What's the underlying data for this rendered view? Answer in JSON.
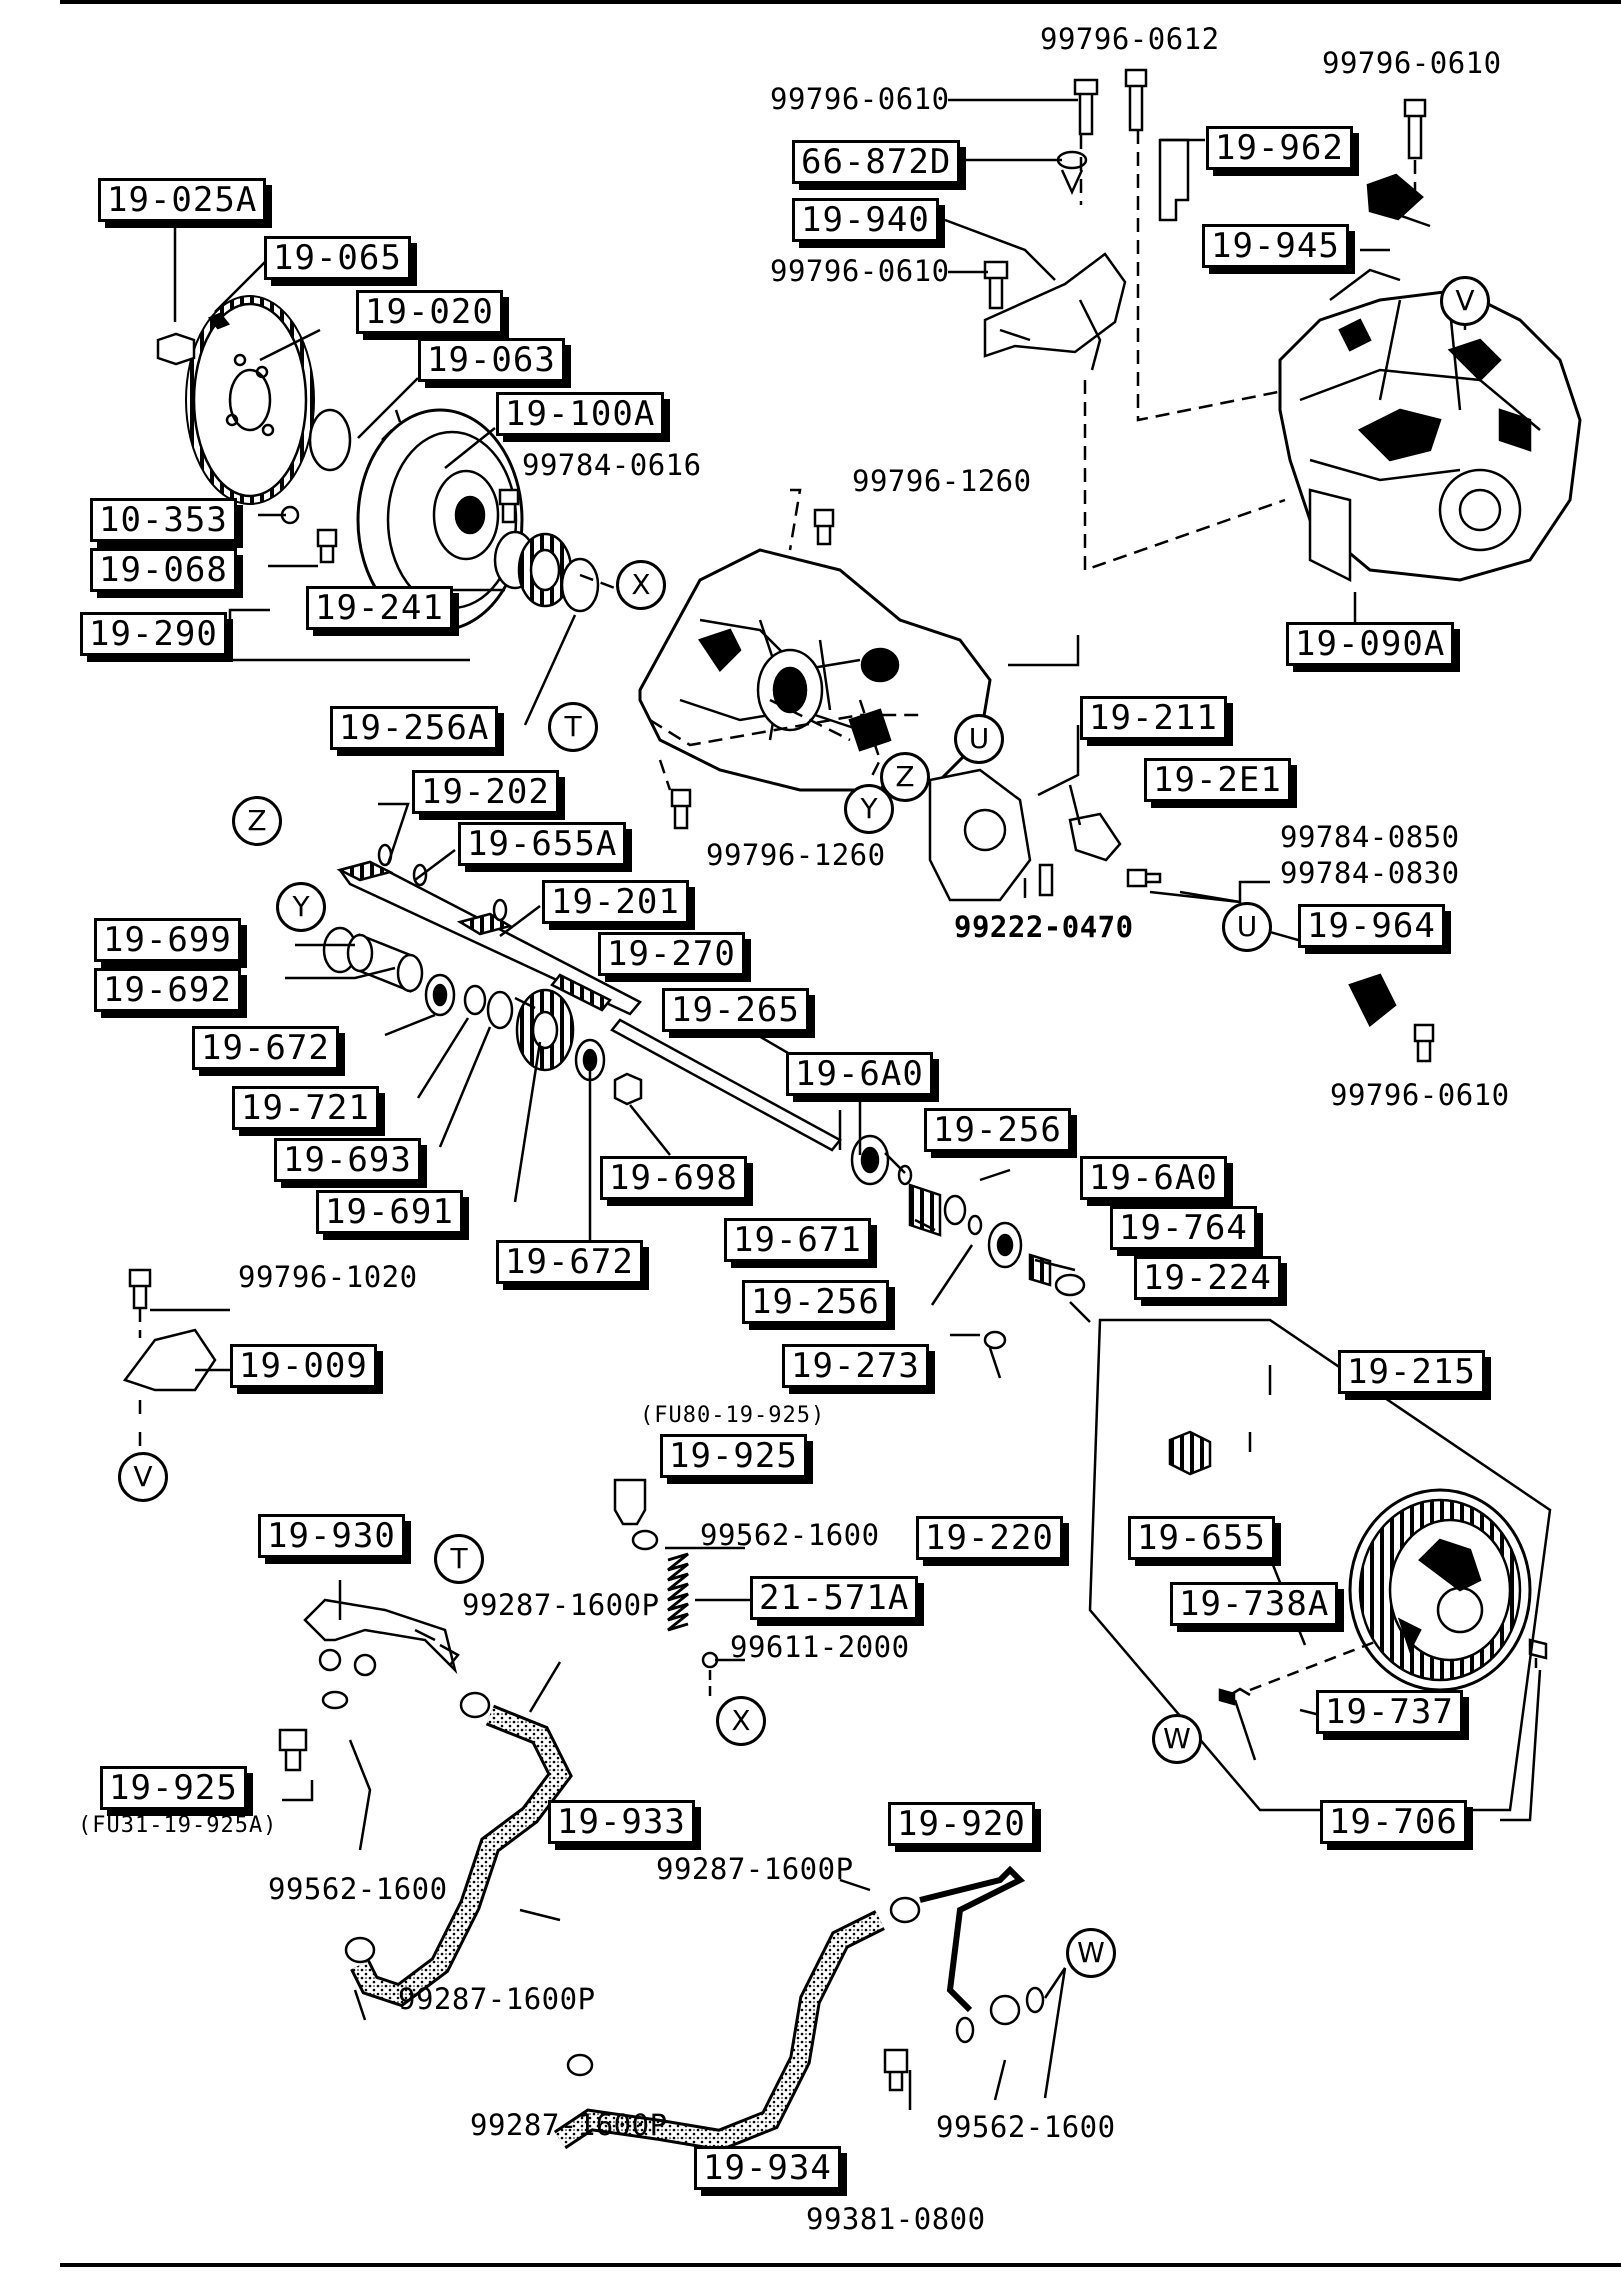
{
  "boxed_labels": {
    "b19_025A": "19-025A",
    "b19_065": "19-065",
    "b19_020": "19-020",
    "b19_063": "19-063",
    "b19_100A": "19-100A",
    "b10_353": "10-353",
    "b19_068": "19-068",
    "b19_241": "19-241",
    "b19_290": "19-290",
    "b19_256A": "19-256A",
    "b66_872D": "66-872D",
    "b19_940": "19-940",
    "b19_962": "19-962",
    "b19_945": "19-945",
    "b19_090A": "19-090A",
    "b19_211": "19-211",
    "b19_2E1": "19-2E1",
    "b19_202": "19-202",
    "b19_655A": "19-655A",
    "b19_201": "19-201",
    "b19_270": "19-270",
    "b19_265": "19-265",
    "b19_699": "19-699",
    "b19_692": "19-692",
    "b19_672a": "19-672",
    "b19_721": "19-721",
    "b19_693": "19-693",
    "b19_691": "19-691",
    "b19_672b": "19-672",
    "b19_698": "19-698",
    "b19_6A0a": "19-6A0",
    "b19_256a": "19-256",
    "b19_6A0b": "19-6A0",
    "b19_764": "19-764",
    "b19_224": "19-224",
    "b19_671": "19-671",
    "b19_256b": "19-256",
    "b19_273": "19-273",
    "b19_964": "19-964",
    "b19_009": "19-009",
    "b19_925a": "19-925",
    "b21_571A": "21-571A",
    "b19_930": "19-930",
    "b19_925b": "19-925",
    "b19_933": "19-933",
    "b19_215": "19-215",
    "b19_220": "19-220",
    "b19_655": "19-655",
    "b19_738A": "19-738A",
    "b19_737": "19-737",
    "b19_706": "19-706",
    "b19_920": "19-920",
    "b19_934": "19-934"
  },
  "part_numbers": {
    "n0612": "99796-0612",
    "n0610a": "99796-0610",
    "n0610b": "99796-0610",
    "n0610c": "99796-0610",
    "n0616": "99784-0616",
    "n1260a": "99796-1260",
    "n1260b": "99796-1260",
    "n0850": "99784-0850",
    "n0830": "99784-0830",
    "n0470": "99222-0470",
    "n0610d": "99796-0610",
    "n1020": "99796-1020",
    "n1600a": "99562-1600",
    "n1600Pa": "99287-1600P",
    "n2000": "99611-2000",
    "n1600b": "99562-1600",
    "n1600Pb": "99287-1600P",
    "n1600Pc": "99287-1600P",
    "n1600Pd": "99287-1600P",
    "n1600c": "99562-1600",
    "n0800": "99381-0800"
  },
  "notes": {
    "fu80": "(FU80-19-925)",
    "fu31": "(FU31-19-925A)"
  },
  "ref_markers": {
    "v1": "V",
    "v2": "V",
    "x1": "X",
    "x2": "X",
    "t1": "T",
    "t2": "T",
    "u1": "U",
    "u2": "U",
    "z1": "Z",
    "z2": "Z",
    "y1": "Y",
    "y2": "Y",
    "w1": "W",
    "w2": "W"
  }
}
